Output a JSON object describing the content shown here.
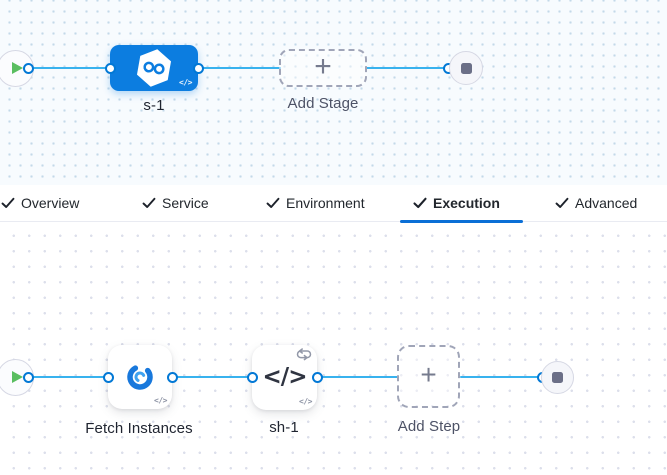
{
  "icons": {
    "plus": "+",
    "code_badge": "</>",
    "step_code_glyph": "</>"
  },
  "stage_pipeline": {
    "stage_label": "s-1",
    "add_stage_label": "Add Stage"
  },
  "tabs": {
    "items": [
      {
        "label": "Overview",
        "checked": true,
        "active": false
      },
      {
        "label": "Service",
        "checked": true,
        "active": false
      },
      {
        "label": "Environment",
        "checked": true,
        "active": false
      },
      {
        "label": "Execution",
        "checked": true,
        "active": true
      },
      {
        "label": "Advanced",
        "checked": true,
        "active": false
      }
    ]
  },
  "execution_pipeline": {
    "step1_label": "Fetch Instances",
    "step2_label": "sh-1",
    "add_step_label": "Add Step"
  },
  "colors": {
    "accent": "#0278d5",
    "connector": "#38b2ee",
    "stage_blue": "#0c7de0",
    "play_green": "#5abe60",
    "stop_gray": "#6b6f87",
    "dashed_border": "#a0a5b8",
    "tab_underline": "#0b6fd6"
  }
}
